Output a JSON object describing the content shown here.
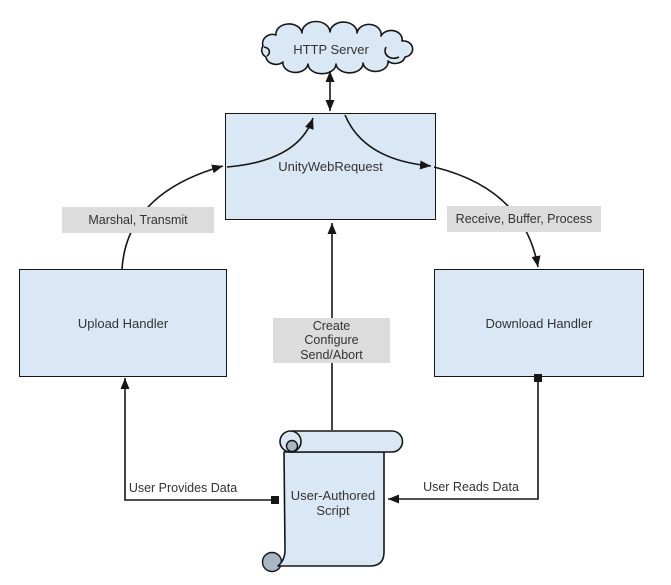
{
  "diagram": {
    "nodes": {
      "http_server": {
        "label": "HTTP Server"
      },
      "unity_web_request": {
        "label": "UnityWebRequest"
      },
      "upload_handler": {
        "label": "Upload Handler"
      },
      "download_handler": {
        "label": "Download Handler"
      },
      "user_authored_script": {
        "line1": "User-Authored",
        "line2": "Script"
      }
    },
    "edge_labels": {
      "marshal_transmit": "Marshal, Transmit",
      "receive_buffer_process": "Receive, Buffer, Process",
      "create": "Create",
      "configure": "Configure",
      "send_abort": "Send/Abort",
      "user_provides_data": "User Provides Data",
      "user_reads_data": "User Reads Data"
    },
    "colors": {
      "canvas_bg": "#ffffff",
      "node_fill": "#dae8f5",
      "node_border": "#161616",
      "label_bg": "#dcdcdc",
      "line": "#161616",
      "text": "#333333",
      "curl_fill": "#a9b6c3"
    }
  }
}
